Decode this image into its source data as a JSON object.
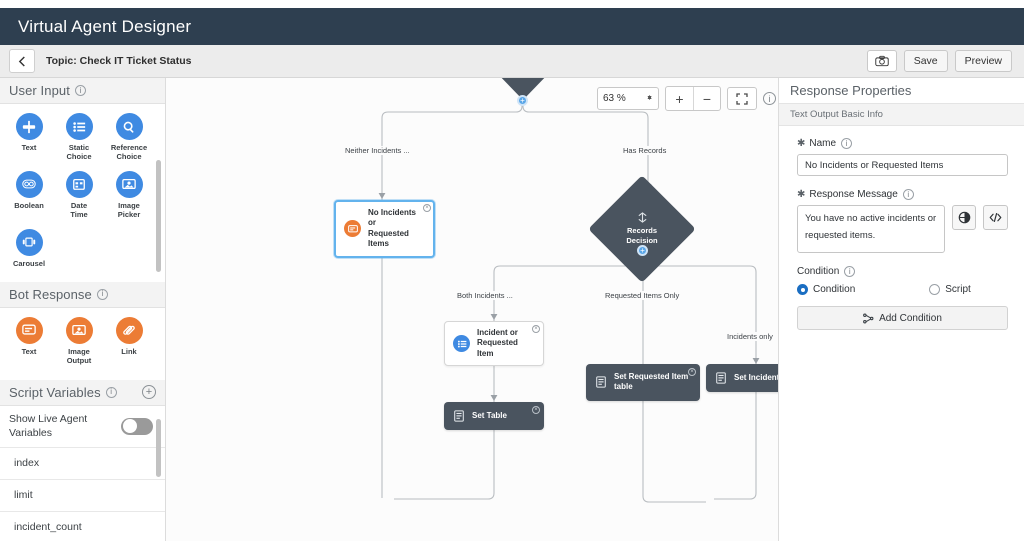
{
  "header": {
    "app_title": "Virtual Agent Designer",
    "topic_label": "Topic: Check IT Ticket Status",
    "back_icon": "chevron-left-icon",
    "camera_label": "camera-icon",
    "save_label": "Save",
    "preview_label": "Preview"
  },
  "sidebar": {
    "sections": [
      {
        "title": "User Input",
        "info_icon": "info-icon",
        "items": [
          {
            "label": "Text",
            "icon": "text-input-icon",
            "color": "#3f8ae2"
          },
          {
            "label": "Static\nChoice",
            "icon": "list-icon",
            "color": "#3f8ae2"
          },
          {
            "label": "Reference\nChoice",
            "icon": "search-icon",
            "color": "#3f8ae2"
          },
          {
            "label": "Boolean",
            "icon": "toggle-icon",
            "color": "#3f8ae2"
          },
          {
            "label": "Date\nTime",
            "icon": "calendar-icon",
            "color": "#3f8ae2"
          },
          {
            "label": "Image\nPicker",
            "icon": "image-icon",
            "color": "#3f8ae2"
          },
          {
            "label": "Carousel",
            "icon": "carousel-icon",
            "color": "#3f8ae2"
          }
        ]
      },
      {
        "title": "Bot Response",
        "info_icon": "info-icon",
        "items": [
          {
            "label": "Text",
            "icon": "message-icon",
            "color": "#ec7c35"
          },
          {
            "label": "Image\nOutput",
            "icon": "image-icon",
            "color": "#ec7c35"
          },
          {
            "label": "Link",
            "icon": "link-icon",
            "color": "#ec7c35"
          }
        ]
      }
    ],
    "script_variables": {
      "title": "Script Variables",
      "add_icon": "plus-circle-icon",
      "live_agent_label": "Show Live Agent Variables",
      "live_agent_on": false,
      "variables": [
        "index",
        "limit",
        "incident_count"
      ]
    }
  },
  "canvas": {
    "zoom": {
      "value": "63 %",
      "plus_label": "+",
      "minus_label": "−",
      "fullscreen_icon": "fullscreen-icon",
      "info_icon": "info-icon"
    },
    "edge_labels": [
      "Neither Incidents ...",
      "Has Records",
      "Both Incidents ...",
      "Requested Items Only",
      "Incidents only"
    ],
    "nodes": [
      {
        "id": "no-incidents",
        "title": "No Incidents or\nRequested Items",
        "type": "bot-text",
        "selected": true
      },
      {
        "id": "records-decision",
        "title": "Records\nDecision",
        "type": "decision"
      },
      {
        "id": "incident-or-requested",
        "title": "Incident or\nRequested Item",
        "type": "user-choice"
      },
      {
        "id": "set-table",
        "title": "Set Table",
        "type": "script"
      },
      {
        "id": "set-requested-item-table",
        "title": "Set Requested Item\ntable",
        "type": "script"
      },
      {
        "id": "set-incident-table",
        "title": "Set Incident Tab",
        "type": "script"
      }
    ]
  },
  "properties": {
    "title": "Response Properties",
    "subtitle": "Text Output Basic Info",
    "name_label": "Name",
    "name_value": "No Incidents or Requested Items",
    "message_label": "Response Message",
    "message_value": "You have no active incidents or requested items.",
    "spellcheck_icon": "spellcheck-icon",
    "code_icon": "code-icon",
    "condition_label": "Condition",
    "radio_condition": "Condition",
    "radio_script": "Script",
    "selected_radio": "Condition",
    "add_condition_label": "Add Condition",
    "add_condition_icon": "branch-icon"
  }
}
